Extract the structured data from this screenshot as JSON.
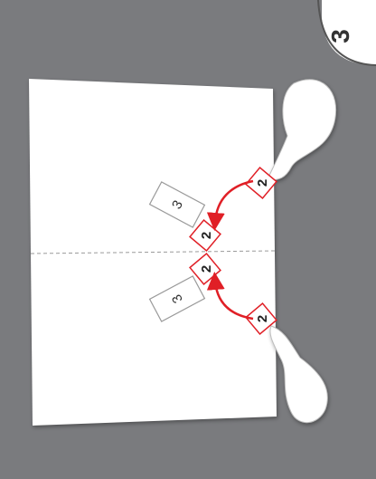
{
  "step": {
    "number": "3"
  },
  "paper": {
    "tab_top_label": "3",
    "tab_bottom_label": "3"
  },
  "pieces": {
    "top_small_label": "2",
    "bottom_small_label": "2",
    "top_target_label": "2",
    "bottom_target_label": "2"
  },
  "colors": {
    "background": "#7a7b7e",
    "arrow": "#e01f26",
    "piece_outline": "#e01f26",
    "paper": "#ffffff"
  }
}
